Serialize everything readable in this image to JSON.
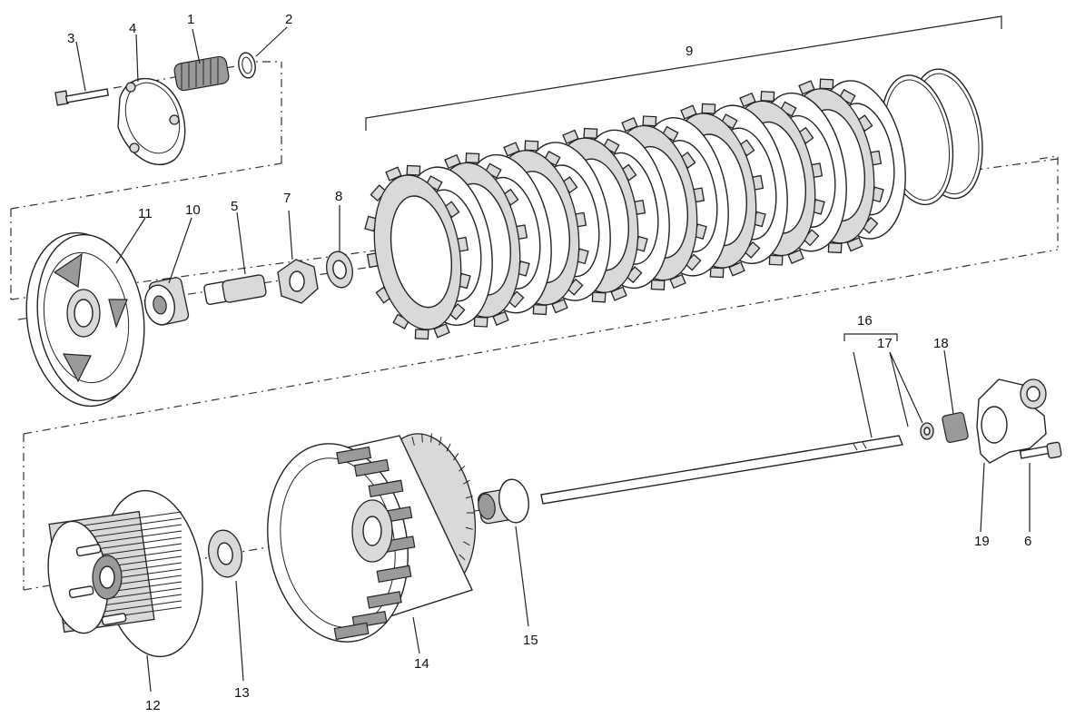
{
  "callouts": [
    {
      "id": "1",
      "label": "1"
    },
    {
      "id": "2",
      "label": "2"
    },
    {
      "id": "3",
      "label": "3"
    },
    {
      "id": "4",
      "label": "4"
    },
    {
      "id": "5",
      "label": "5"
    },
    {
      "id": "6",
      "label": "6"
    },
    {
      "id": "7",
      "label": "7"
    },
    {
      "id": "8",
      "label": "8"
    },
    {
      "id": "9",
      "label": "9"
    },
    {
      "id": "10",
      "label": "10"
    },
    {
      "id": "11",
      "label": "11"
    },
    {
      "id": "12",
      "label": "12"
    },
    {
      "id": "13",
      "label": "13"
    },
    {
      "id": "14",
      "label": "14"
    },
    {
      "id": "15",
      "label": "15"
    },
    {
      "id": "16",
      "label": "16"
    },
    {
      "id": "17",
      "label": "17"
    },
    {
      "id": "18",
      "label": "18"
    },
    {
      "id": "19",
      "label": "19"
    }
  ],
  "colors": {
    "ink": "#222222",
    "fill": "#d9d9d9",
    "shade": "#9a9a9a",
    "background": "#ffffff"
  }
}
